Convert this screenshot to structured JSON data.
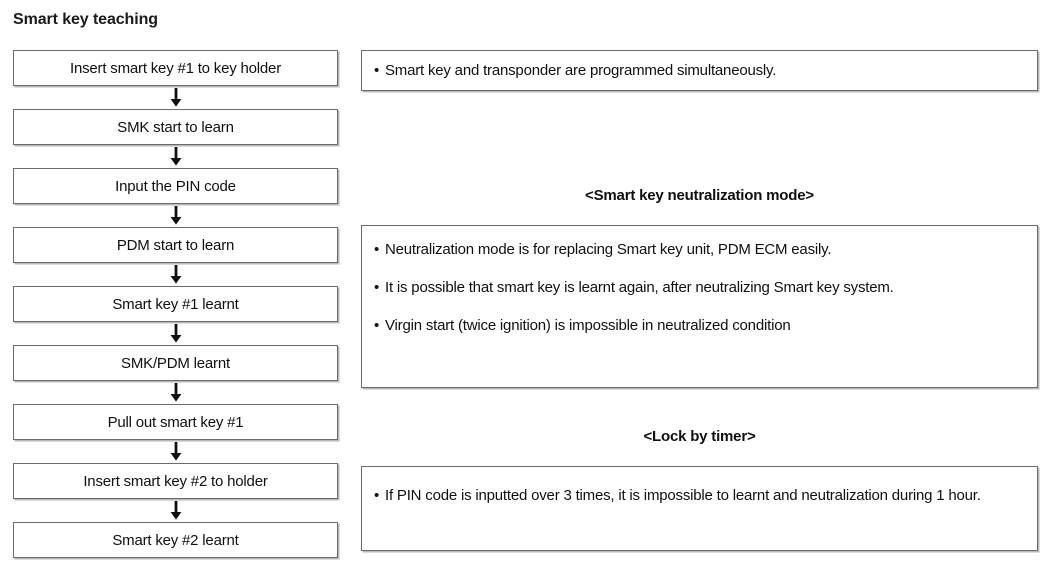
{
  "title": "Smart key teaching",
  "flow": {
    "arrow_icon": "arrow-down-icon",
    "steps": [
      {
        "label": "Insert smart key #1 to key holder"
      },
      {
        "label": "SMK start to learn"
      },
      {
        "label": "Input the PIN code"
      },
      {
        "label": "PDM start to learn"
      },
      {
        "label": "Smart key #1 learnt"
      },
      {
        "label": "SMK/PDM learnt"
      },
      {
        "label": "Pull out smart key #1"
      },
      {
        "label": "Insert smart key #2 to holder"
      },
      {
        "label": "Smart key #2 learnt"
      }
    ]
  },
  "notes": {
    "bullet": "•",
    "top": {
      "lines": [
        "Smart key and transponder are programmed simultaneously."
      ]
    },
    "neutralization": {
      "heading": "<Smart key neutralization mode>",
      "lines": [
        "Neutralization mode is for replacing Smart key unit, PDM ECM easily.",
        "It is possible that smart key is learnt again, after neutralizing Smart key system.",
        "Virgin start (twice ignition) is impossible in neutralized condition"
      ]
    },
    "lock_by_timer": {
      "heading": "<Lock by timer>",
      "lines": [
        "If PIN code is inputted over 3 times, it is impossible to learnt and neutralization during 1 hour."
      ]
    }
  },
  "colors": {
    "border": "#6b6b6b",
    "shadow": "#b9b9b9",
    "text": "#101010",
    "background": "#ffffff"
  }
}
